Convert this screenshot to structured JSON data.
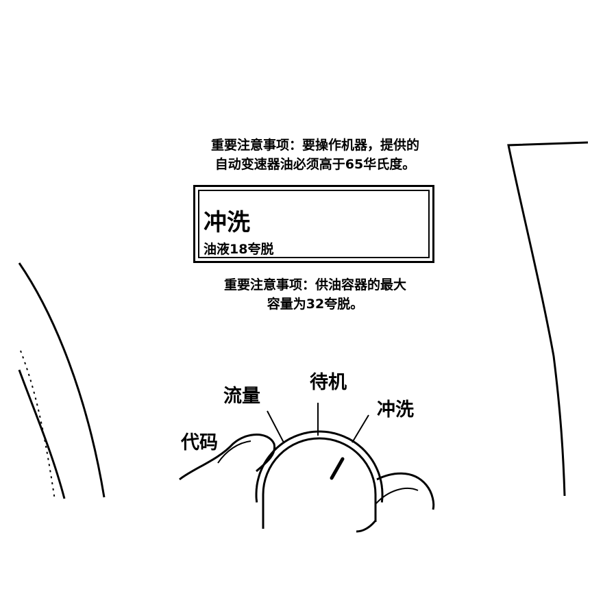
{
  "notice_top": {
    "line1": "重要注意事项：要操作机器，提供的",
    "line2": "自动变速器油必须高于65华氏度。"
  },
  "panel": {
    "title": "冲洗",
    "subtitle": "油液18夸脱"
  },
  "notice_bottom": {
    "line1": "重要注意事项：供油容器的最大",
    "line2": "容量为32夸脱。"
  },
  "dial": {
    "labels": {
      "code": "代码",
      "flow": "流量",
      "standby": "待机",
      "flush": "冲洗"
    },
    "selected": "冲洗"
  }
}
